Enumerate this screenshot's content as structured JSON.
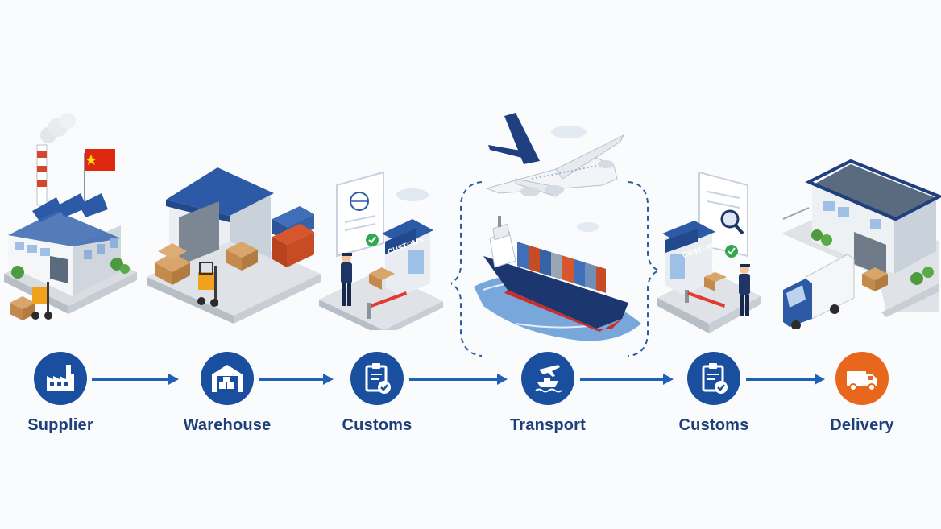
{
  "steps": [
    {
      "label": "Supplier",
      "icon": "factory-icon",
      "color": "#1a4fa0"
    },
    {
      "label": "Warehouse",
      "icon": "warehouse-icon",
      "color": "#1a4fa0"
    },
    {
      "label": "Customs",
      "icon": "clipboard-check-icon",
      "color": "#1a4fa0"
    },
    {
      "label": "Transport",
      "icon": "plane-ship-icon",
      "color": "#1a4fa0"
    },
    {
      "label": "Customs",
      "icon": "clipboard-check-icon",
      "color": "#1a4fa0"
    },
    {
      "label": "Delivery",
      "icon": "truck-icon",
      "color": "#e8671c"
    }
  ],
  "scenes": {
    "customs_sign": "CUSTOMS",
    "customs_sign_2": "CUSTOMS"
  },
  "colors": {
    "navy": "#1e3f79",
    "accent_blue": "#1a4fa0",
    "arrow": "#2160b8",
    "delivery_orange": "#e8671c"
  }
}
